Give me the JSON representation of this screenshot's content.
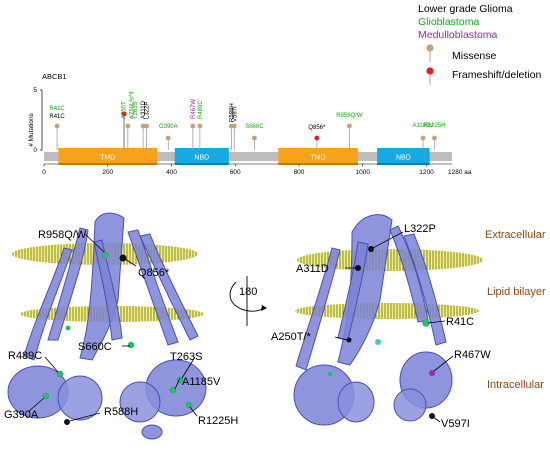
{
  "legend": {
    "categories": [
      {
        "label": "Lower grade Glioma",
        "color": "#000000"
      },
      {
        "label": "Glioblastoma",
        "color": "#19a319"
      },
      {
        "label": "Medulloblastoma",
        "color": "#9c27b0"
      }
    ],
    "markers": [
      {
        "label": "Missense",
        "color": "#c8a07a"
      },
      {
        "label": "Frameshift/deletion",
        "color": "#e02020"
      }
    ]
  },
  "lollipop": {
    "gene": "ABCB1",
    "y_axis_label": "# Mutations",
    "y_ticks": [
      "0",
      "5"
    ],
    "x_ticks": [
      "0",
      "200",
      "400",
      "600",
      "800",
      "1000",
      "1200"
    ],
    "x_end_label": "1280 aa",
    "protein_length": 1280,
    "domains": [
      {
        "label": "TMD",
        "start": 45,
        "end": 355,
        "color": "#f7a21a"
      },
      {
        "label": "NBD",
        "start": 410,
        "end": 580,
        "color": "#17a9e1"
      },
      {
        "label": "TMD",
        "start": 735,
        "end": 985,
        "color": "#f7a21a"
      },
      {
        "label": "NBD",
        "start": 1045,
        "end": 1210,
        "color": "#17a9e1"
      }
    ],
    "mutations": [
      {
        "label": "R41C",
        "pos": 41,
        "count": 2,
        "type": "Missense",
        "color": "#19a319"
      },
      {
        "label": "R41C",
        "pos": 41,
        "count": 2,
        "type": "Missense",
        "color": "#000000"
      },
      {
        "label": "A250T",
        "pos": 250,
        "count": 3,
        "type": "Missense",
        "color": "#19a319"
      },
      {
        "label": "A250Lfs*4",
        "pos": 252,
        "count": 3,
        "type": "Frameshift/deletion",
        "color": "#19a319"
      },
      {
        "label": "T263S",
        "pos": 263,
        "count": 2,
        "type": "Missense",
        "color": "#19a319"
      },
      {
        "label": "A311D",
        "pos": 311,
        "count": 2,
        "type": "Missense",
        "color": "#000000"
      },
      {
        "label": "L322P",
        "pos": 322,
        "count": 2,
        "type": "Missense",
        "color": "#000000"
      },
      {
        "label": "G390A",
        "pos": 390,
        "count": 1,
        "type": "Missense",
        "color": "#19a319"
      },
      {
        "label": "R467W",
        "pos": 467,
        "count": 2,
        "type": "Missense",
        "color": "#9c27b0"
      },
      {
        "label": "R489C",
        "pos": 489,
        "count": 2,
        "type": "Missense",
        "color": "#19a319"
      },
      {
        "label": "R588H",
        "pos": 588,
        "count": 2,
        "type": "Missense",
        "color": "#000000"
      },
      {
        "label": "V597I",
        "pos": 597,
        "count": 2,
        "type": "Missense",
        "color": "#000000"
      },
      {
        "label": "S660C",
        "pos": 660,
        "count": 1,
        "type": "Missense",
        "color": "#19a319"
      },
      {
        "label": "Q856*",
        "pos": 856,
        "count": 1,
        "type": "Frameshift/deletion",
        "color": "#000000"
      },
      {
        "label": "R958Q/W",
        "pos": 958,
        "count": 2,
        "type": "Missense",
        "color": "#19a319"
      },
      {
        "label": "A1189V",
        "pos": 1189,
        "count": 1,
        "type": "Missense",
        "color": "#19a319"
      },
      {
        "label": "R1225H",
        "pos": 1225,
        "count": 1,
        "type": "Missense",
        "color": "#19a319"
      }
    ]
  },
  "structure": {
    "membrane_labels": {
      "extracellular": "Extracellular",
      "lipid_bilayer": "Lipid bilayer",
      "intracellular": "Intracellular"
    },
    "label_color": "#8b4a14",
    "rotation_label": "180",
    "left_view_labels": [
      "R958Q/W",
      "Q856*",
      "R489C",
      "S660C",
      "T263S",
      "A1185V",
      "G390A",
      "R588H",
      "R1225H"
    ],
    "right_view_labels": [
      "L322P",
      "A311D",
      "R41C",
      "A250T/*",
      "R467W",
      "V597I"
    ]
  }
}
